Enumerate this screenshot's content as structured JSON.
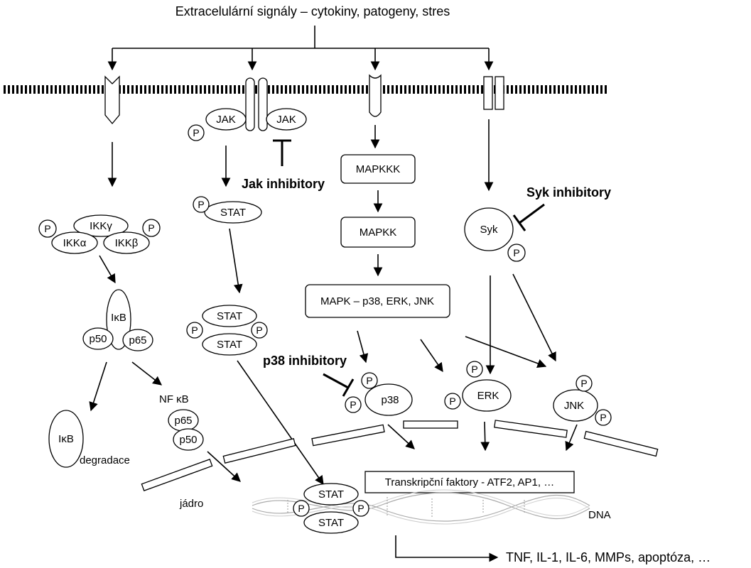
{
  "title": "Extracelulární signály – cytokiny, patogeny, stres",
  "proteins": {
    "jak_left": "JAK",
    "jak_right": "JAK",
    "p": "P",
    "stat": "STAT",
    "ikk_gamma": "IKKγ",
    "ikk_alpha": "IKKα",
    "ikk_beta": "IKKβ",
    "ikb": "IκB",
    "p50": "p50",
    "p65": "p65",
    "nfkb": "NF κB",
    "mapkkk": "MAPKKK",
    "mapkk": "MAPKK",
    "mapk": "MAPK – p38, ERK, JNK",
    "syk": "Syk",
    "p38": "p38",
    "erk": "ERK",
    "jnk": "JNK"
  },
  "inhibitors": {
    "jak": "Jak inhibitory",
    "syk": "Syk inhibitory",
    "p38": "p38 inhibitory"
  },
  "labels": {
    "degradation": "degradace",
    "nucleus": "jádro",
    "dna": "DNA",
    "transcription_factors": "Transkripční faktory - ATF2, AP1, …",
    "output": "TNF, IL-1, IL-6, MMPs, apoptóza,  …"
  }
}
